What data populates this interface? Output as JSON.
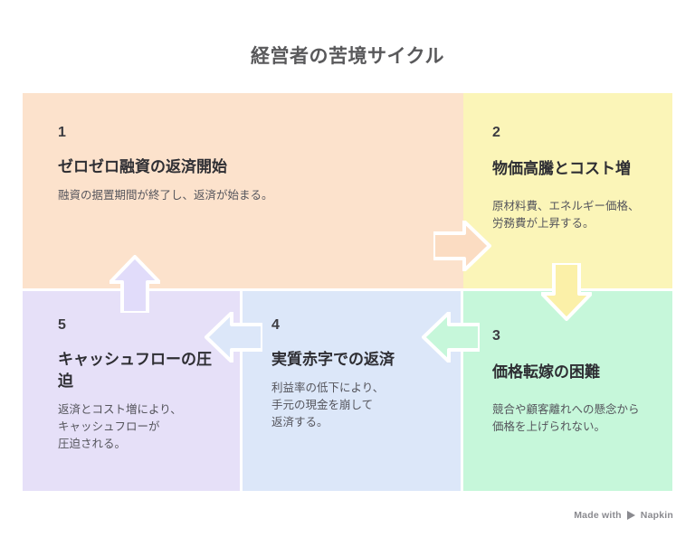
{
  "title": "経営者の苦境サイクル",
  "colors": {
    "background": "#ffffff",
    "title_text": "#59595b",
    "heading_text": "#2e2e33",
    "number_text": "#3c3c41",
    "desc_text": "#55555c",
    "panel_1": "#fce2cc",
    "panel_2": "#fbf5b8",
    "panel_3": "#c6f7da",
    "panel_4": "#dce7f9",
    "panel_5": "#e6e0f8",
    "arrow_1_2": "#fbdcc2",
    "arrow_2_3": "#fbf0a8",
    "arrow_3_4": "#c6f7da",
    "arrow_4_5": "#dce7f9",
    "arrow_5_1": "#e1dcfa",
    "watermark_text": "#8a8a8f"
  },
  "panels": [
    {
      "number": "1",
      "heading": "ゼロゼロ融資の返済開始",
      "description": "融資の据置期間が終了し、返済が始まる。"
    },
    {
      "number": "2",
      "heading": "物価高騰とコスト増",
      "description": "原材料費、エネルギー価格、\n労務費が上昇する。"
    },
    {
      "number": "3",
      "heading": "価格転嫁の困難",
      "description": "競合や顧客離れへの懸念から\n価格を上げられない。"
    },
    {
      "number": "4",
      "heading": "実質赤字での返済",
      "description": "利益率の低下により、\n手元の現金を崩して\n返済する。"
    },
    {
      "number": "5",
      "heading": "キャッシュフローの圧迫",
      "description": "返済とコスト増により、\nキャッシュフローが\n圧迫される。"
    }
  ],
  "arrows": [
    {
      "id": "arrow-1-2",
      "from": "1",
      "to": "2",
      "direction": "right"
    },
    {
      "id": "arrow-2-3",
      "from": "2",
      "to": "3",
      "direction": "down"
    },
    {
      "id": "arrow-3-4",
      "from": "3",
      "to": "4",
      "direction": "left"
    },
    {
      "id": "arrow-4-5",
      "from": "4",
      "to": "5",
      "direction": "left"
    },
    {
      "id": "arrow-5-1",
      "from": "5",
      "to": "1",
      "direction": "up"
    }
  ],
  "watermark": {
    "text_before": "Made with",
    "brand": "Napkin",
    "logo": "play-triangle-icon"
  }
}
